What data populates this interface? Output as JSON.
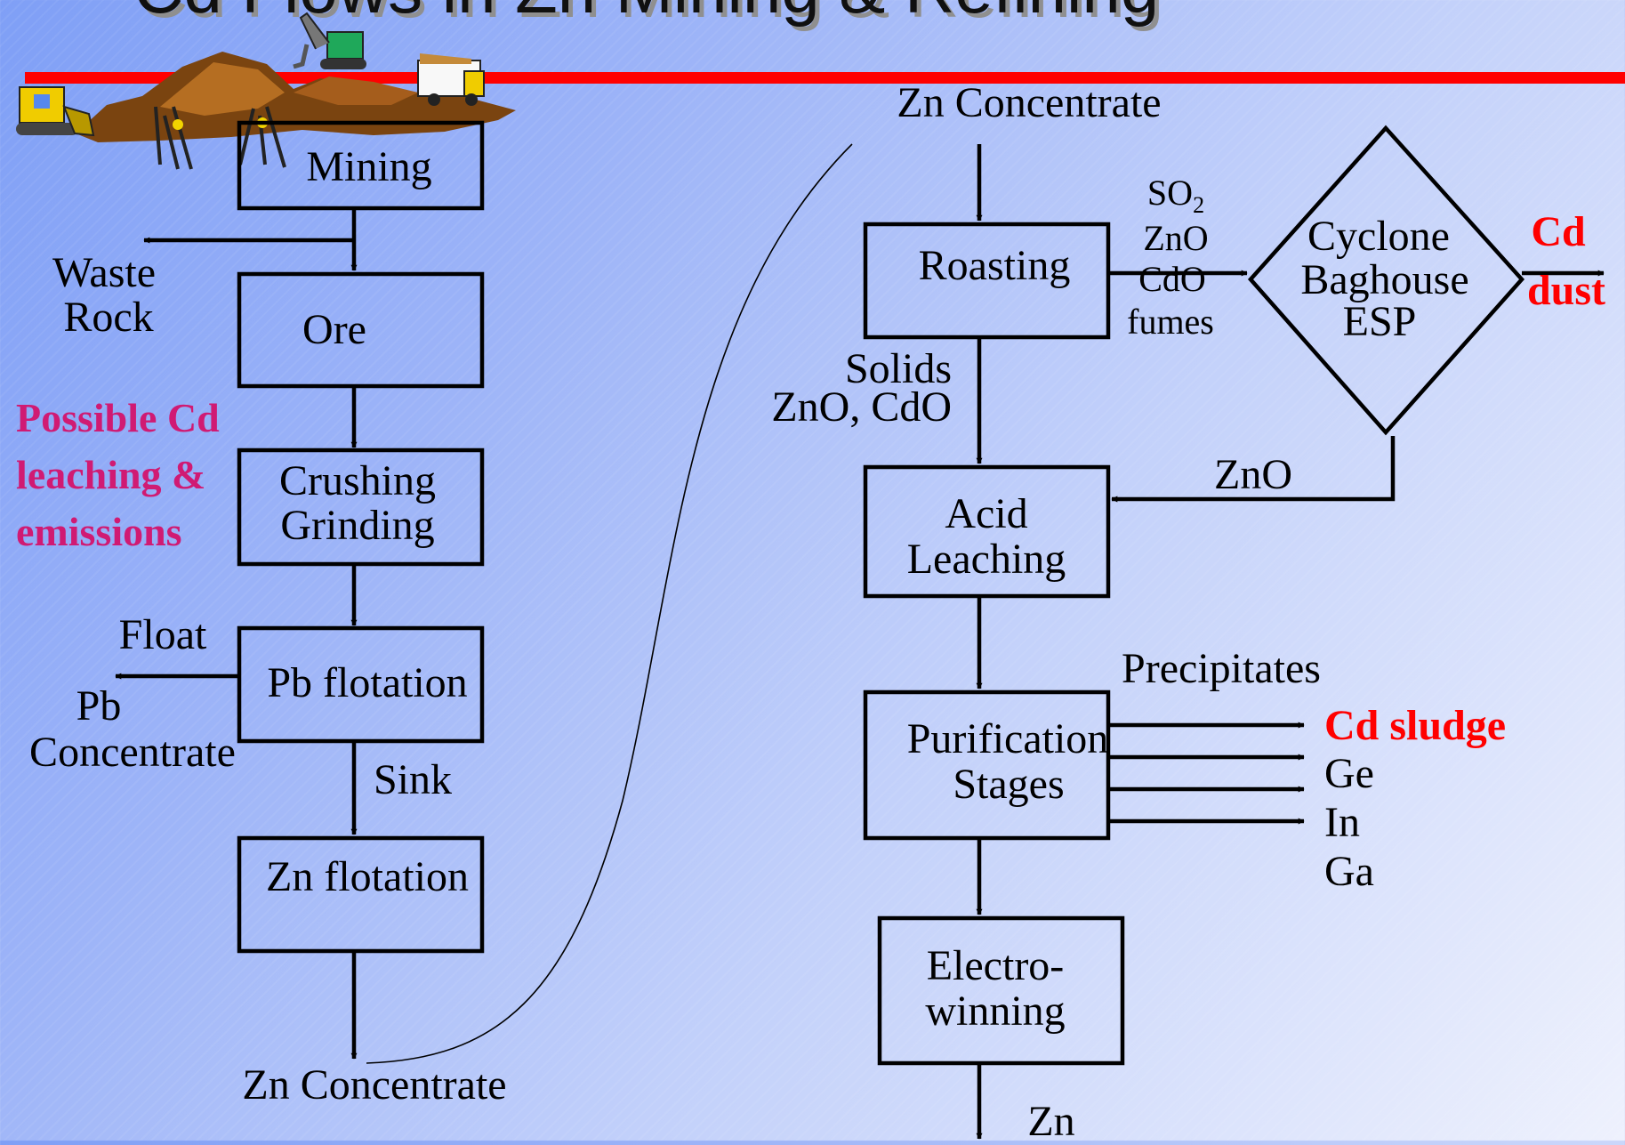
{
  "title": "Cd Flows in Zn Mining & Refining",
  "colors": {
    "accent_bar": "#ff0000",
    "warning_text": "#d01a73",
    "cd_output": "#ff0000"
  },
  "left_flow": {
    "mining": "Mining",
    "waste_rock_line1": "Waste",
    "waste_rock_line2": "Rock",
    "ore": "Ore",
    "crushing_line1": "Crushing",
    "crushing_line2": "Grinding",
    "possible_cd": [
      "Possible Cd",
      "leaching  &",
      "emissions"
    ],
    "pb_flotation": "Pb flotation",
    "float": "Float",
    "pb_conc_line1": "Pb",
    "pb_conc_line2": "Concentrate",
    "sink": "Sink",
    "zn_flotation": "Zn flotation",
    "zn_concentrate": "Zn Concentrate"
  },
  "right_flow": {
    "zn_concentrate": "Zn  Concentrate",
    "roasting": "Roasting",
    "fumes_so2": "SO",
    "fumes_so2_sub": "2",
    "fumes_zno": "ZnO",
    "fumes_cdo": "CdO",
    "fumes_label": "fumes",
    "cyclone_line1": "Cyclone",
    "cyclone_line2": "Baghouse",
    "cyclone_line3": "ESP",
    "cd_dust_line1": "Cd",
    "cd_dust_line2": "dust",
    "solids_line1": "Solids",
    "solids_line2": "ZnO, CdO",
    "zno_return": "ZnO",
    "acid_line1": "Acid",
    "acid_line2": "Leaching",
    "precipitates": "Precipitates",
    "purification_line1": "Purification",
    "purification_line2": "Stages",
    "outputs": [
      "Cd sludge",
      "Ge",
      "In",
      "Ga"
    ],
    "electro_line1": "Electro-",
    "electro_line2": "winning",
    "zn_out": "Zn"
  }
}
